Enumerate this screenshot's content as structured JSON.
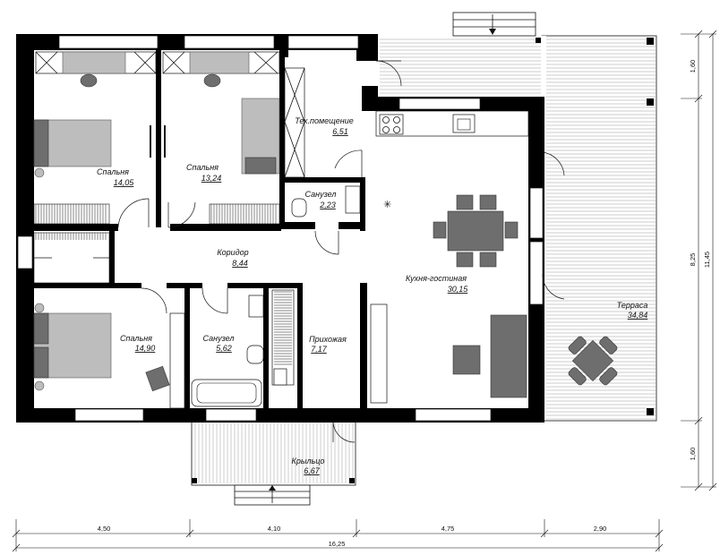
{
  "rooms": [
    {
      "id": "bedroom1",
      "name": "Спальня",
      "area": "14,05"
    },
    {
      "id": "bedroom2",
      "name": "Спальня",
      "area": "13,24"
    },
    {
      "id": "tech",
      "name": "Тех.помещение",
      "area": "6,51"
    },
    {
      "id": "bath1",
      "name": "Санузел",
      "area": "2,23"
    },
    {
      "id": "corridor",
      "name": "Коридор",
      "area": "8,44"
    },
    {
      "id": "kitchen",
      "name": "Кухня-гостиная",
      "area": "30,15"
    },
    {
      "id": "bedroom3",
      "name": "Спальня",
      "area": "14,90"
    },
    {
      "id": "bath2",
      "name": "Санузел",
      "area": "5,62"
    },
    {
      "id": "hall",
      "name": "Прихожая",
      "area": "7,17"
    },
    {
      "id": "terrace",
      "name": "Терраса",
      "area": "34,84"
    },
    {
      "id": "porch",
      "name": "Крыльцо",
      "area": "6,67"
    }
  ],
  "dimensions": {
    "bottom_segments": [
      "4,50",
      "4,10",
      "4,75",
      "2,90"
    ],
    "bottom_total": "16,25",
    "right_segments": [
      "1,60",
      "8,25",
      "1,60"
    ],
    "right_total": "11,45"
  },
  "colors": {
    "wall": "#000000",
    "furniture": "#bdbdbd",
    "furniture_dark": "#6e6e6e",
    "line": "#111111"
  }
}
